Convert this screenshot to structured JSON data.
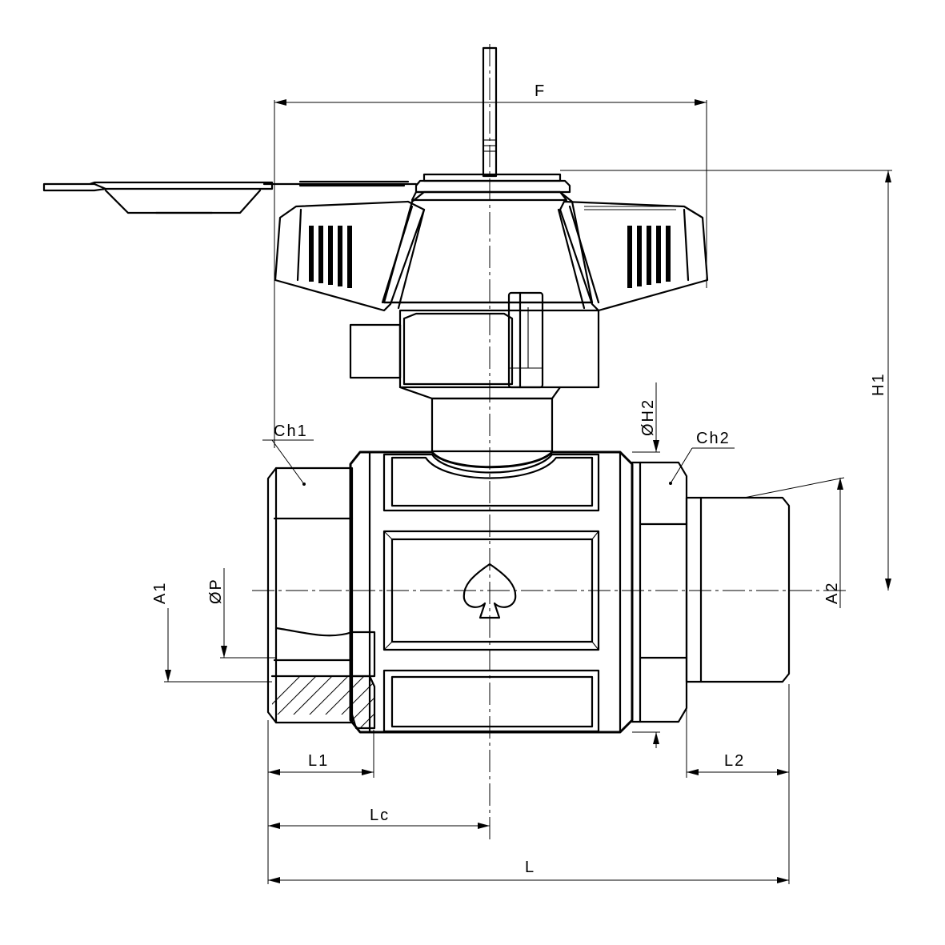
{
  "drawing": {
    "dimensions": {
      "F": "F",
      "H1": "H1",
      "H2": "ØH2",
      "Ch1": "Ch1",
      "Ch2": "Ch2",
      "A1": "A1",
      "A2": "A2",
      "P": "ØP",
      "L1": "L1",
      "L2": "L2",
      "Lc": "Lc",
      "L": "L"
    },
    "colors": {
      "line": "#000000",
      "background": "#ffffff"
    },
    "icons": {
      "logo": "spade-logo-icon"
    }
  }
}
